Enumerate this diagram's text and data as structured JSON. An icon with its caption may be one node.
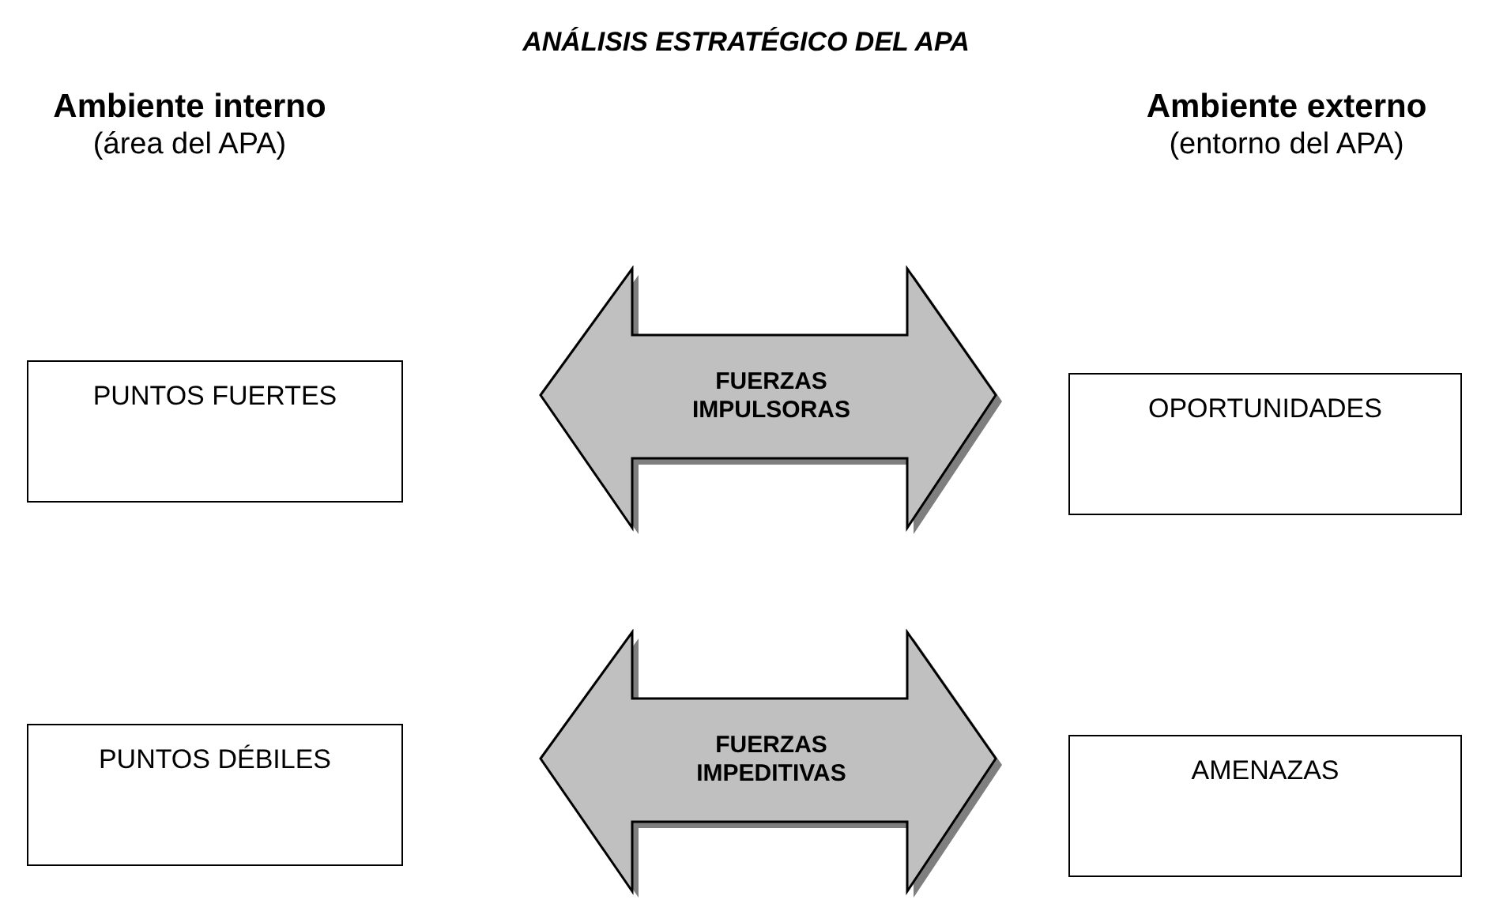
{
  "diagram": {
    "title": "ANÁLISIS ESTRATÉGICO DEL APA",
    "nodes": [
      {
        "text": [
          "PUNTOS FUERTES"
        ]
      },
      {
        "text": [
          "FUERZAS IMPULSORAS"
        ]
      },
      {
        "text": [
          "OPORTUNIDADES"
        ]
      },
      {
        "text": [
          "PUNTOS DÉBILES"
        ]
      },
      {
        "text": [
          "FUERZAS IMPEDITIVAS"
        ]
      },
      {
        "text": [
          "AMENAZAS"
        ]
      }
    ],
    "labels": [
      "Ambiente interno",
      "(área del APA)",
      "Ambiente externo",
      "(entorno del APA)"
    ]
  }
}
